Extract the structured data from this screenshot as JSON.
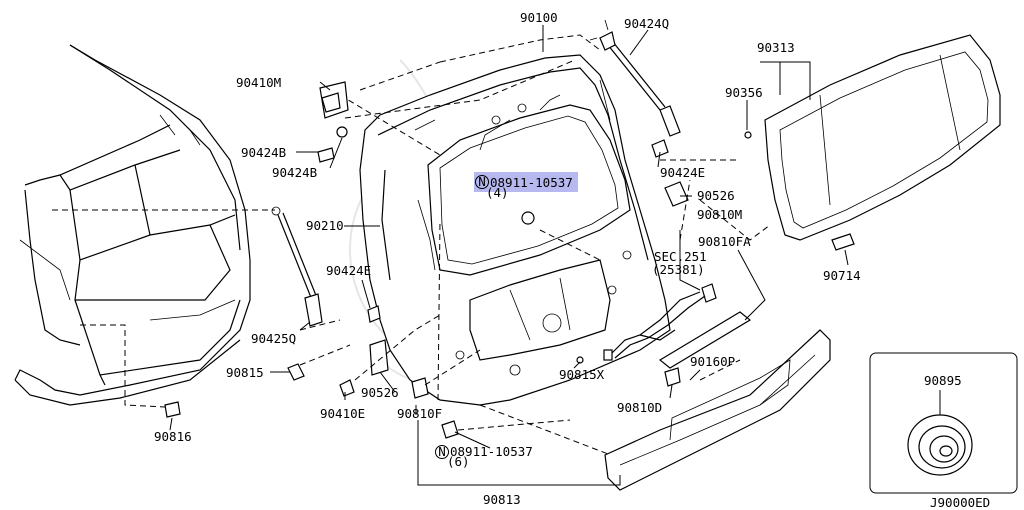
{
  "labels": {
    "p90100": "90100",
    "p90424Q": "90424Q",
    "p90313": "90313",
    "p90356": "90356",
    "p90410M": "90410M",
    "p90424B_a": "90424B",
    "p90424B_b": "90424B",
    "p90424E_a": "90424E",
    "p90526_a": "90526",
    "p90810M": "90810M",
    "p90810FA": "90810FA",
    "sec_a": "SEC.251",
    "sec_b": "(25381)",
    "p90714": "90714",
    "p90210": "90210",
    "p90424E_b": "90424E",
    "p90425Q": "90425Q",
    "p90815": "90815",
    "p90410E": "90410E",
    "p90526_b": "90526",
    "p90810F": "90810F",
    "p90815X": "90815X",
    "p90160P": "90160P",
    "p90810D": "90810D",
    "p90816": "90816",
    "p90813": "90813",
    "p90895": "90895",
    "bolt_a_num": "08911-10537",
    "bolt_a_qty": "(4)",
    "bolt_b_num": "08911-10537",
    "bolt_b_qty": "(6)",
    "bolt_symbol": "N",
    "diagram_code": "J90000ED"
  },
  "highlight_color": "#b7b8f0"
}
